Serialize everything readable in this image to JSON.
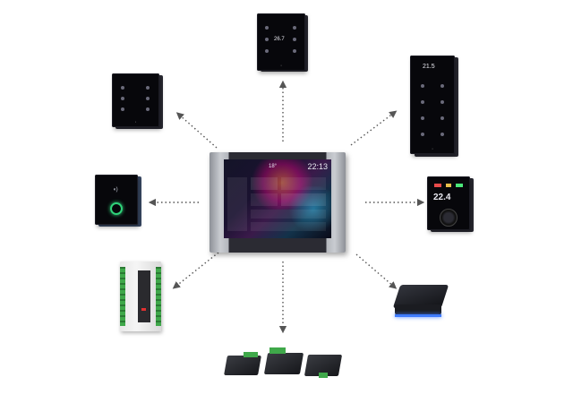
{
  "central_panel": {
    "time": "22:13",
    "temperature": "18°"
  },
  "top_switch": {
    "readout": "26.7"
  },
  "right_top_switch": {
    "readout": "21.5"
  },
  "right_thermostat": {
    "readout": "22.4"
  },
  "colors": {
    "glass": "#07070b",
    "frame": "#a9acb2",
    "arrow": "#555555",
    "ring_green": "#2fd37a",
    "led_blue": "#3e7bff"
  }
}
